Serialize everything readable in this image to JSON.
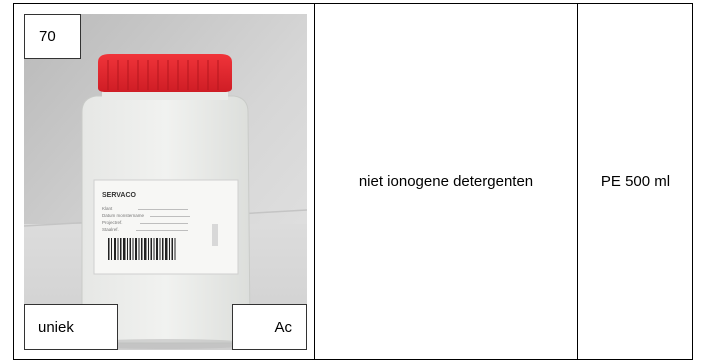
{
  "photo": {
    "number_label": "70",
    "bottom_left_label": "uniek",
    "bottom_right_label": "Ac",
    "bottle_label": {
      "brand": "SERVACO",
      "lines": [
        "Klant",
        "Datum monstername",
        "Projectref.",
        "Staalref."
      ]
    }
  },
  "description": "niet ionogene detergenten",
  "container": "PE 500 ml",
  "colors": {
    "cap": "#e8242c",
    "border": "#000000"
  }
}
